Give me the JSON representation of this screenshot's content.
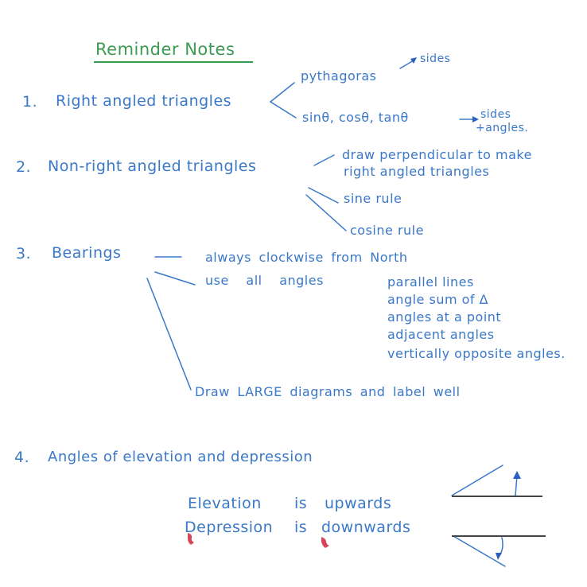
{
  "title": "Reminder Notes",
  "sections": [
    {
      "number": "1.",
      "heading": "Right angled triangles",
      "branches": [
        {
          "text": "pythagoras",
          "result": "sides"
        },
        {
          "text": "sinθ, cosθ, tanθ",
          "result": "sides",
          "result2": "+angles."
        }
      ]
    },
    {
      "number": "2.",
      "heading": "Non-right angled triangles",
      "branches": [
        {
          "text": "draw perpendicular to make",
          "text2": "right angled triangles"
        },
        {
          "text": "sine rule"
        },
        {
          "text": "cosine rule"
        }
      ]
    },
    {
      "number": "3.",
      "heading": "Bearings",
      "branches": [
        {
          "text": "always clockwise from North"
        },
        {
          "text": "use all angles"
        },
        {
          "text": "Draw LARGE diagrams and label well"
        }
      ],
      "angle_list": [
        "parallel lines",
        "angle sum of Δ",
        "angles at a point",
        "adjacent angles",
        "vertically opposite angles."
      ]
    },
    {
      "number": "4.",
      "heading": "Angles of elevation and depression",
      "lines": [
        {
          "subject": "Elevation",
          "verb": "is",
          "direction": "upwards"
        },
        {
          "subject": "Depression",
          "verb": "is",
          "direction": "downwards"
        }
      ]
    }
  ],
  "colors": {
    "ink": "#3a78c8",
    "title": "#3c9a52",
    "mark": "#d8455a"
  }
}
